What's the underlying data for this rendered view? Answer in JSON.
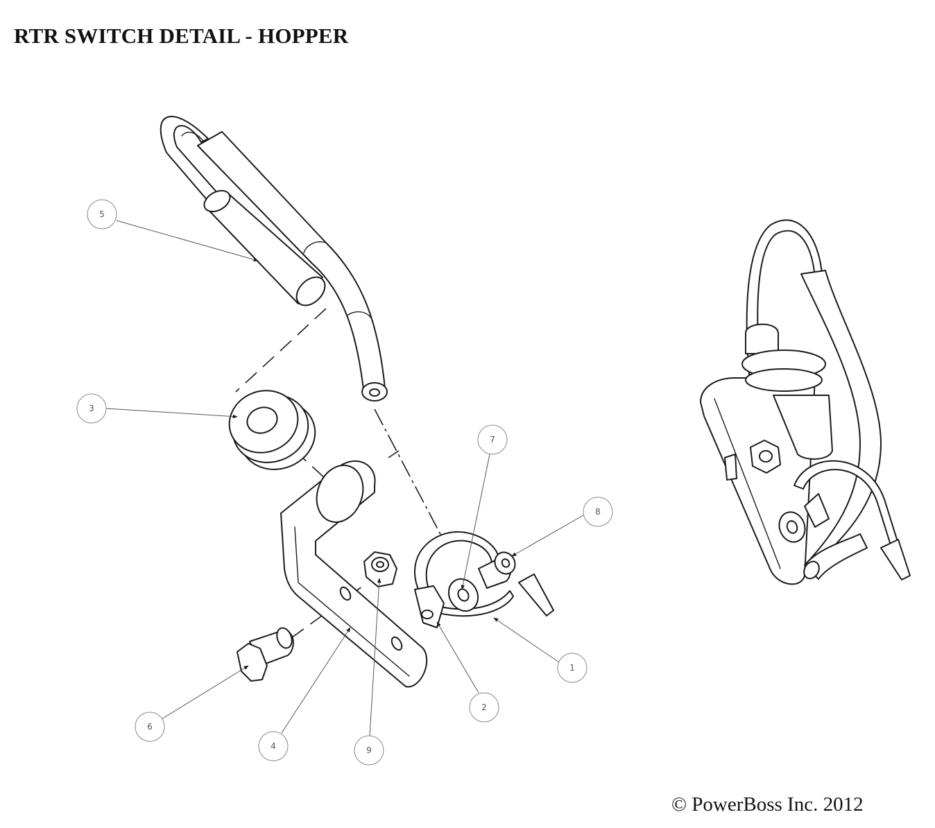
{
  "title": "RTR SWITCH DETAIL - HOPPER",
  "copyright": "© PowerBoss Inc. 2012",
  "callouts": [
    {
      "id": "5",
      "label": "5"
    },
    {
      "id": "3",
      "label": "3"
    },
    {
      "id": "7",
      "label": "7"
    },
    {
      "id": "8",
      "label": "8"
    },
    {
      "id": "1",
      "label": "1"
    },
    {
      "id": "2",
      "label": "2"
    },
    {
      "id": "6",
      "label": "6"
    },
    {
      "id": "4",
      "label": "4"
    },
    {
      "id": "9",
      "label": "9"
    }
  ]
}
